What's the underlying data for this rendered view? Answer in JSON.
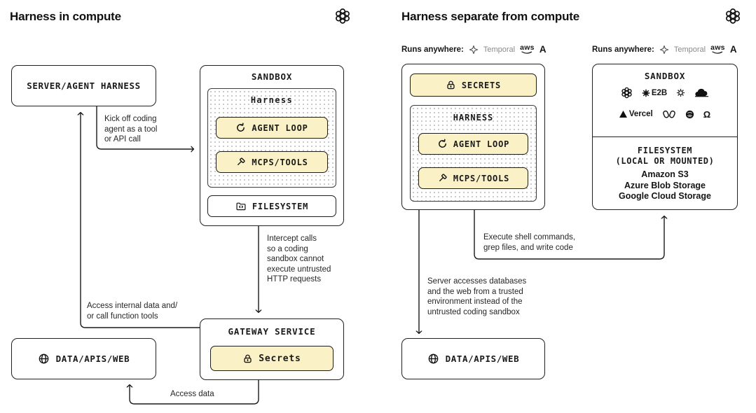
{
  "left_panel": {
    "title": "Harness in compute",
    "server_harness_label": "SERVER/AGENT HARNESS",
    "sandbox": {
      "title": "SANDBOX",
      "harness_label": "Harness",
      "agent_loop_label": "AGENT LOOP",
      "mcps_tools_label": "MCPS/TOOLS",
      "filesystem_label": "FILESYSTEM"
    },
    "gateway": {
      "title": "GATEWAY SERVICE",
      "secrets_label": "Secrets"
    },
    "data_apis_web_label": "DATA/APIS/WEB",
    "annotations": {
      "kick_off": "Kick off coding\nagent as a tool\nor API call",
      "intercept": "Intercept calls\nso a coding\nsandbox cannot\nexecute untrusted\nHTTP requests",
      "access_internal": "Access internal data and/\nor call function tools",
      "access_data": "Access data"
    }
  },
  "right_panel": {
    "title": "Harness separate from compute",
    "runs_anywhere": {
      "label": "Runs anywhere:",
      "temporal_label": "Temporal",
      "aws_label": "aws",
      "a_label": "A"
    },
    "harness_box": {
      "secrets_label": "SECRETS",
      "harness_label": "HARNESS",
      "agent_loop_label": "AGENT LOOP",
      "mcps_tools_label": "MCPS/TOOLS"
    },
    "sandbox_box": {
      "title": "SANDBOX",
      "e2b_label": "E2B",
      "vercel_label": "Vercel",
      "omega_label": "Ω",
      "filesystem_title": "FILESYSTEM\n(LOCAL OR MOUNTED)",
      "storage_providers": [
        "Amazon S3",
        "Azure Blob Storage",
        "Google Cloud Storage"
      ]
    },
    "annotations": {
      "execute": "Execute shell commands,\ngrep files, and write code",
      "server_access": "Server accesses databases\nand the web from a trusted\nenvironment instead of the\nuntrusted coding sandbox"
    },
    "data_apis_web_label": "DATA/APIS/WEB"
  },
  "colors": {
    "accent_yellow": "#FAF1C6",
    "border_dark": "#202020",
    "dot_gray": "#C4C4C4"
  }
}
